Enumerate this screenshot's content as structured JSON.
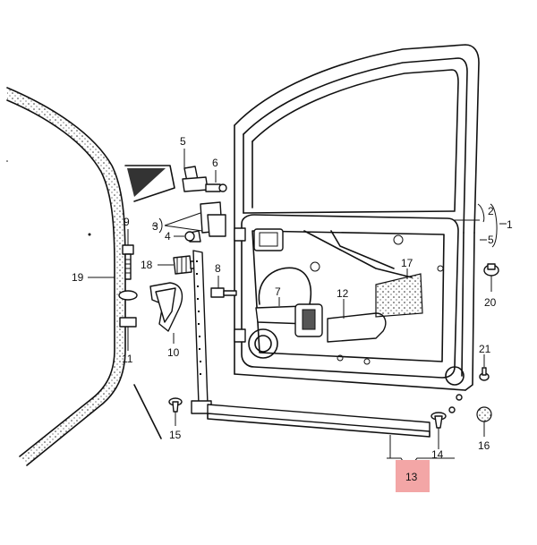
{
  "labels": {
    "p1": "1",
    "p2": "2",
    "p3": "3",
    "p4": "4",
    "p5a": "5",
    "p5b": "5",
    "p6": "6",
    "p7": "7",
    "p8": "8",
    "p9": "9",
    "p10": "10",
    "p11": "11",
    "p12": "12",
    "p13": "13",
    "p14": "14",
    "p15": "15",
    "p16": "16",
    "p17": "17",
    "p18": "18",
    "p19": "19",
    "p20": "20",
    "p21": "21"
  },
  "highlight": {
    "part": "13",
    "color": "#f3a6a6"
  }
}
